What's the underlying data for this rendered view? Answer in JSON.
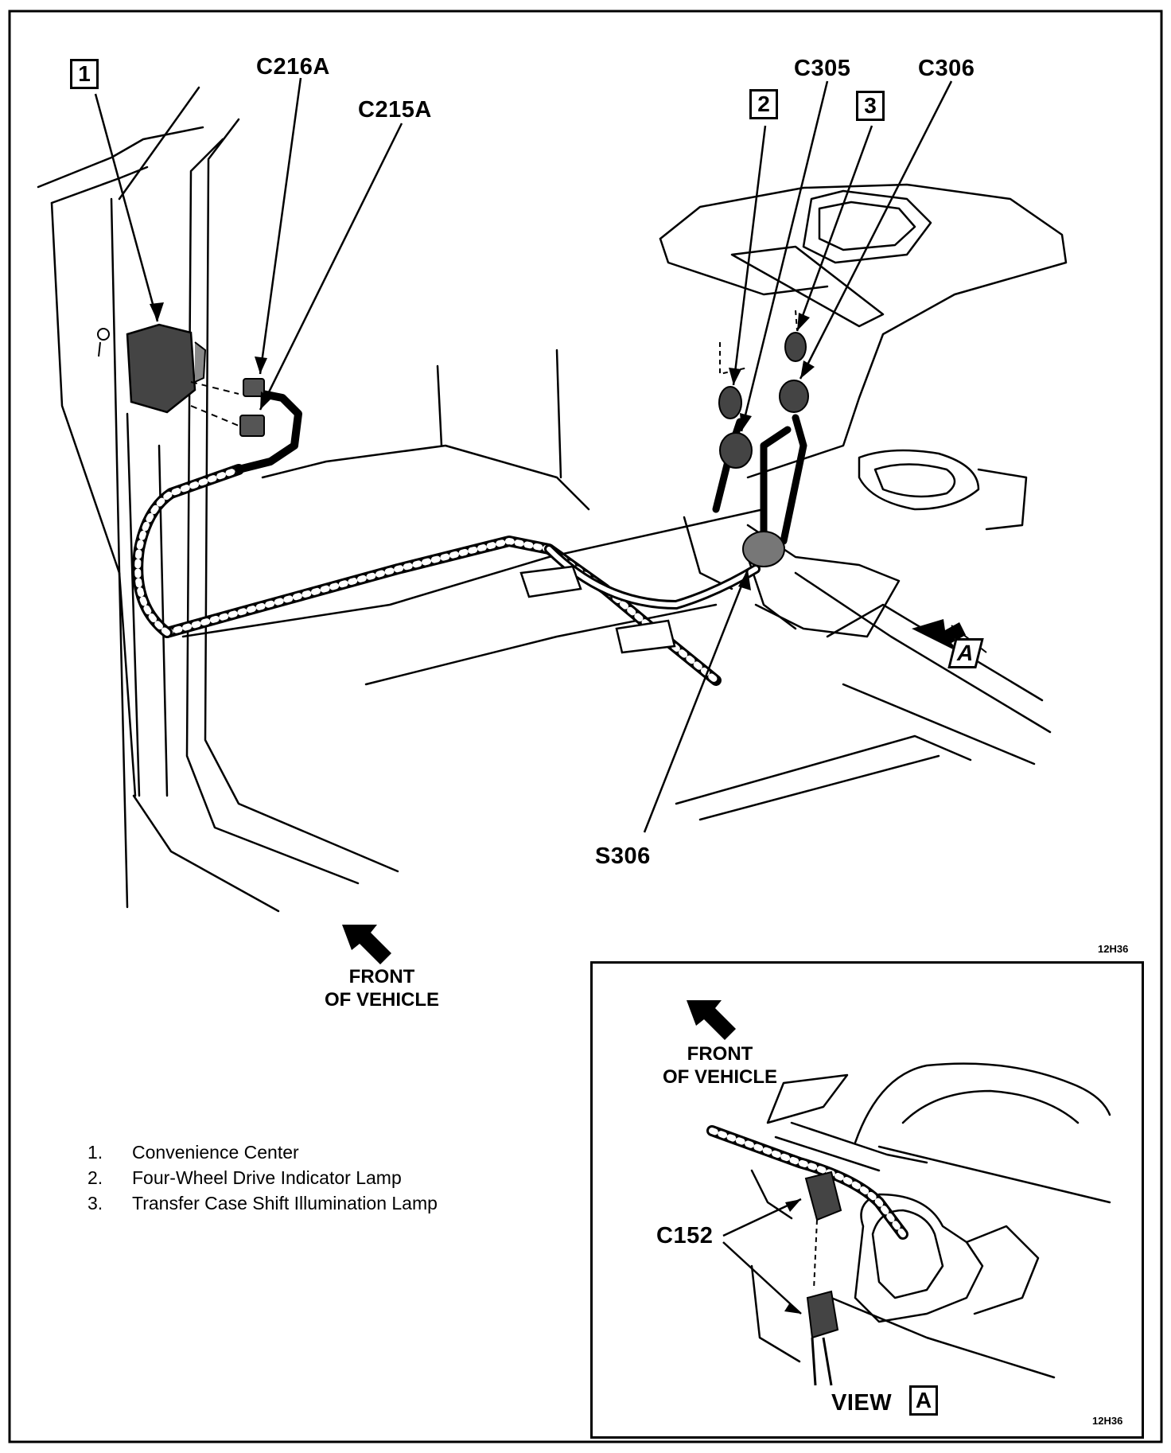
{
  "callouts": {
    "c216a": "C216A",
    "c215a": "C215A",
    "c305": "C305",
    "c306": "C306",
    "s306": "S306",
    "c152": "C152"
  },
  "boxes": {
    "one": "1",
    "two": "2",
    "three": "3",
    "view_letter": "A"
  },
  "front_label": {
    "line1": "FRONT",
    "line2": "OF VEHICLE"
  },
  "inset": {
    "view_word": "VIEW",
    "view_letter": "A",
    "front_line1": "FRONT",
    "front_line2": "OF VEHICLE"
  },
  "figure_codes": {
    "main": "12H36",
    "inset": "12H36"
  },
  "legend": [
    {
      "num": "1.",
      "text": "Convenience Center"
    },
    {
      "num": "2.",
      "text": "Four-Wheel Drive Indicator Lamp"
    },
    {
      "num": "3.",
      "text": "Transfer Case Shift Illumination Lamp"
    }
  ]
}
